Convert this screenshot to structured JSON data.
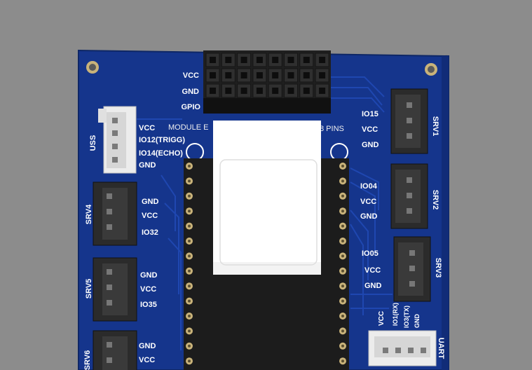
{
  "colors": {
    "background": "#8c8c8c",
    "board": "#15358c",
    "board_edge": "#0e2766",
    "trace": "#1f47b0",
    "silkscreen": "#ffffff",
    "connector": "#2b2b2b",
    "white_connector": "#e9e9e9",
    "module": "#1c1c1c",
    "pin": "#c9b37a"
  },
  "header": {
    "labels": [
      "VCC",
      "GND",
      "GPIO"
    ],
    "module_text_left": "MODULE E",
    "module_text_right": "8 PINS"
  },
  "uss": {
    "name": "USS",
    "pins": [
      "VCC",
      "IO12(TRIGG)",
      "IO14(ECHO)",
      "GND"
    ]
  },
  "left_servos": [
    {
      "name": "SRV4",
      "pins": [
        "GND",
        "VCC",
        "IO32"
      ]
    },
    {
      "name": "SRV5",
      "pins": [
        "GND",
        "VCC",
        "IO35"
      ]
    },
    {
      "name": "SRV6",
      "pins": [
        "GND",
        "VCC"
      ]
    }
  ],
  "right_servos": [
    {
      "name": "SRV1",
      "pins": [
        "IO15",
        "VCC",
        "GND"
      ]
    },
    {
      "name": "SRV2",
      "pins": [
        "IO04",
        "VCC",
        "GND"
      ]
    },
    {
      "name": "SRV3",
      "pins": [
        "IO05",
        "VCC",
        "GND"
      ]
    }
  ],
  "uart": {
    "name": "UART",
    "pins": [
      "VCC",
      "IO1(RX)",
      "IO3(TX)",
      "GND"
    ]
  }
}
